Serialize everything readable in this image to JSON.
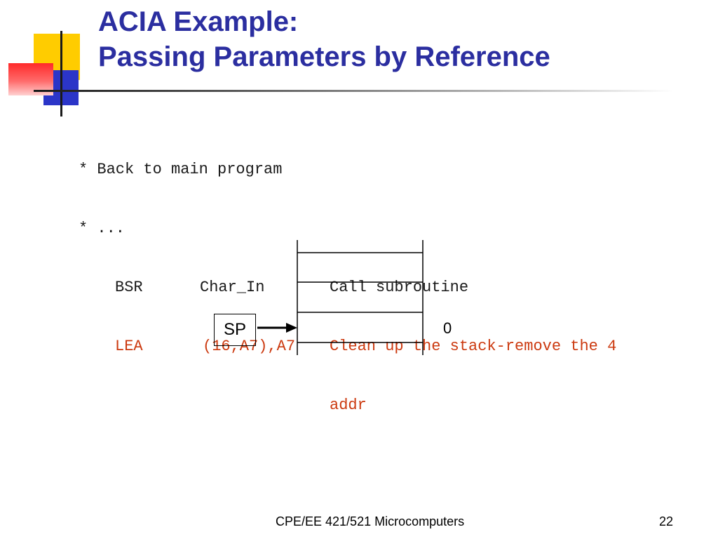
{
  "slide": {
    "title_line1": "ACIA Example:",
    "title_line2": "Passing Parameters by Reference",
    "code": {
      "line1": "* Back to main program",
      "line2": "* ...",
      "line3": {
        "op": "BSR",
        "arg": "Char_In",
        "comment": "Call subroutine"
      },
      "line4": {
        "op": "LEA",
        "arg": "(16,A7),A7",
        "comment": "Clean up the stack-remove the 4",
        "comment_cont": "addr"
      }
    },
    "diagram": {
      "pointer_label": "SP",
      "offset_label": "0"
    },
    "footer": {
      "course": "CPE/EE 421/521 Microcomputers",
      "page_number": "22"
    }
  },
  "colors": {
    "title": "#2b2ea0",
    "highlight": "#cc3a10",
    "accent_yellow": "#ffcc00",
    "accent_blue": "#2b35c8",
    "accent_red": "#ff2a2a"
  }
}
